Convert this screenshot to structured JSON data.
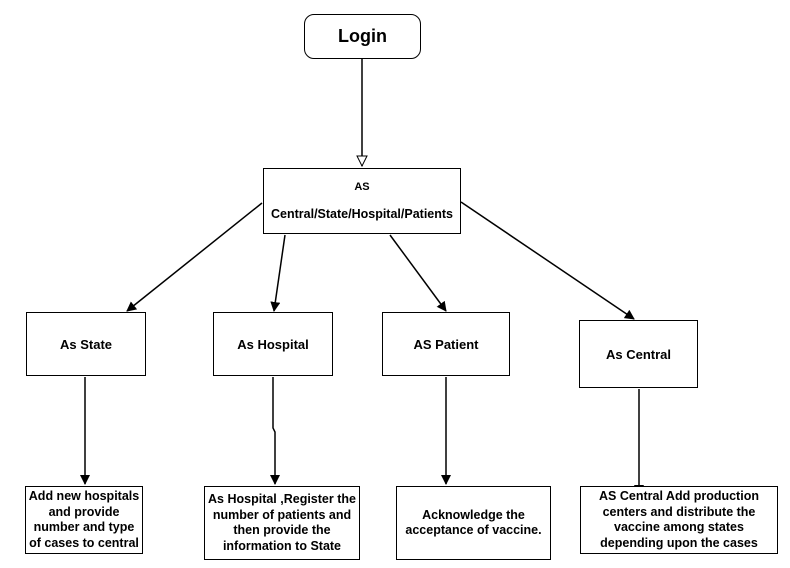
{
  "diagram": {
    "login": {
      "label": "Login"
    },
    "actor": {
      "line1": "AS",
      "line2": "Central/State/Hospital/Patients"
    },
    "roles": {
      "state": "As State",
      "hospital": "As Hospital",
      "patient": "AS Patient",
      "central": "As Central"
    },
    "descriptions": {
      "state": [
        "Add new hospitals",
        "and provide",
        "number and type",
        "of cases to central"
      ],
      "hospital": [
        "As Hospital ,Register the",
        "number of patients and",
        "then provide the",
        "information to State"
      ],
      "patient": [
        "Acknowledge the",
        "acceptance of vaccine."
      ],
      "central": [
        "AS Central Add production",
        "centers and distribute the",
        "vaccine among states",
        "depending upon the cases"
      ]
    }
  }
}
